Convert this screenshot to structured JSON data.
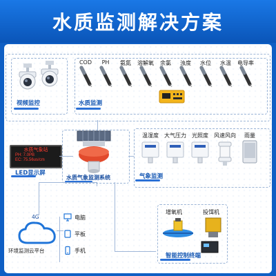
{
  "header": {
    "title": "水质监测解决方案"
  },
  "video": {
    "label": "视频监控"
  },
  "water": {
    "label": "水质监测",
    "probes": [
      "COD",
      "PH",
      "氨氮",
      "溶解氧",
      "余氯",
      "浊度",
      "水位",
      "水温",
      "电导率"
    ]
  },
  "station": {
    "label": "水质气象监测系统"
  },
  "led": {
    "label": "LED显示屏",
    "screen_lines": [
      "水质气象站",
      "PH: 7.0PB",
      "EC: 75.56us/cm"
    ]
  },
  "weather": {
    "label": "气象监测",
    "sensors": [
      "温湿度",
      "大气压力",
      "光照度",
      "风速风向",
      "雨量"
    ]
  },
  "cloud": {
    "network": "4G",
    "label": "环境监测云平台"
  },
  "devices": {
    "items": [
      "电脑",
      "平板",
      "手机"
    ]
  },
  "control": {
    "label": "智能控制终端",
    "items": [
      "增氧机",
      "投饵机"
    ]
  }
}
